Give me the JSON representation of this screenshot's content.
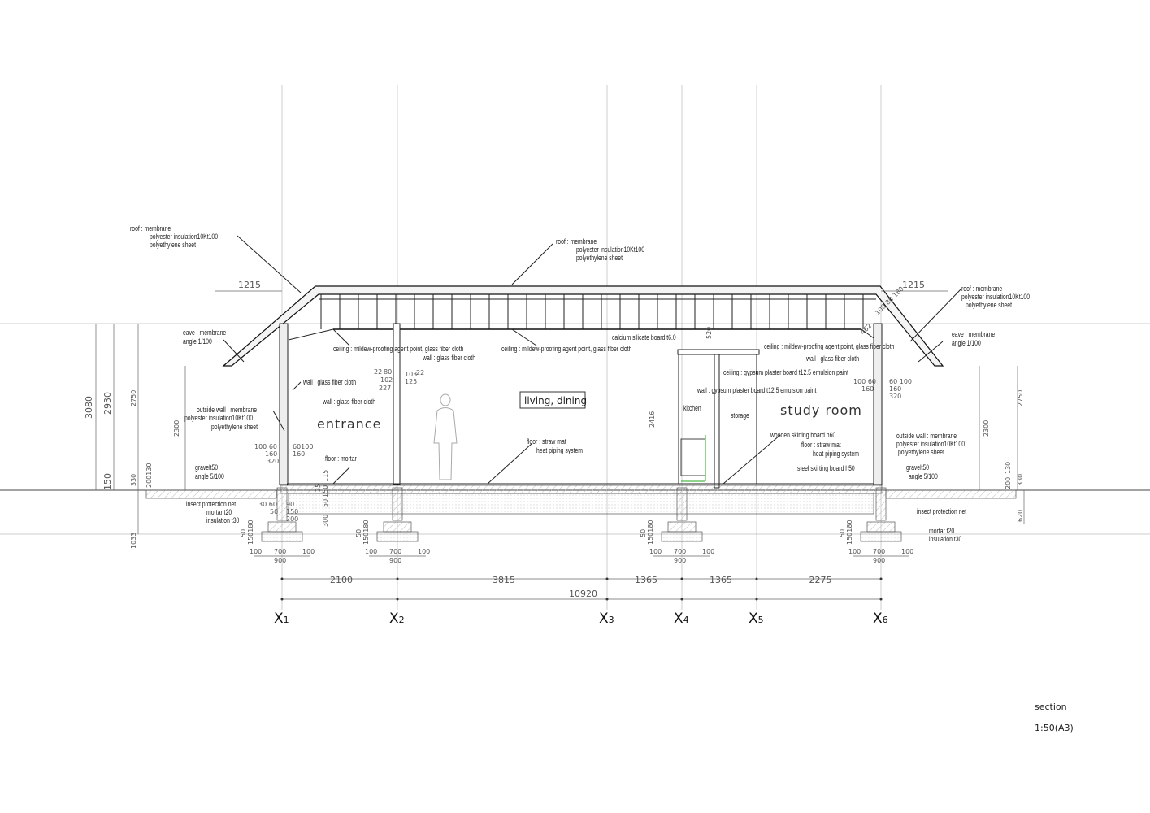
{
  "title": {
    "sheet": "section",
    "scale": "1:50(A3)"
  },
  "rooms": {
    "entrance": "entrance",
    "living": "living, dining",
    "kitchen": "kitchen",
    "storage": "storage",
    "study": "study room"
  },
  "notes": {
    "roof_left": [
      "roof : membrane",
      "polyester insulation10Kt100",
      "polyethylene sheet"
    ],
    "roof_center": [
      "roof : membrane",
      "polyester insulation10Kt100",
      "polyethylene sheet"
    ],
    "roof_right": [
      "roof : membrane",
      "polyester insulation10Kt100",
      "polyethylene sheet"
    ],
    "eave_left": [
      "eave : membrane",
      "angle 1/100"
    ],
    "eave_right": [
      "eave : membrane",
      "angle 1/100"
    ],
    "ceiling_left": "ceiling : mildew-proofing agent point, glass fiber cloth",
    "ceiling_center": "ceiling : mildew-proofing agent point, glass fiber cloth",
    "ceiling_right": "ceiling : mildew-proofing agent point, glass fiber cloth",
    "wall_x2_top": "wall : glass fiber cloth",
    "wall_left": "wall : glass fiber cloth",
    "wall_x2": "wall : glass fiber cloth",
    "wall_right": "wall : glass fiber cloth",
    "outside_wall_left": [
      "outside wall : membrane",
      "polyester insulation10Kt100",
      "polyethylene sheet"
    ],
    "outside_wall_right": [
      "outside wall : membrane",
      "polyester insulation10Kt100",
      "polyethylene sheet"
    ],
    "floor_mortar": "floor : mortar",
    "floor_center": [
      "floor : straw mat",
      "heat piping system"
    ],
    "floor_right": [
      "floor : straw mat",
      "heat piping system"
    ],
    "gravel_left": [
      "gravelt50",
      "angle 5/100"
    ],
    "gravel_right": [
      "gravelt50",
      "angle 5/100"
    ],
    "insect_left": [
      "insect protection net",
      "mortar t20",
      "insulation t30"
    ],
    "insect_right": "insect protection net",
    "mortar_right": [
      "mortar t20",
      "insulation t30"
    ],
    "calcium": "calcium silicate board t6.0",
    "ceiling_gypsum": "ceiling : gypsum plaster board t12.5  emulsion paint",
    "wall_gypsum": "wall : gypsum plaster board t12.5  emulsion paint",
    "wooden_skirting": "wooden skirting board h60",
    "steel_skirting": "steel skirting board h50"
  },
  "dims": {
    "eave_left": "1215",
    "eave_right": "1215",
    "h3080": "3080",
    "h2930": "2930",
    "h2750_l": "2750",
    "h2300_l": "2300",
    "h150": "150",
    "h1033": "1033",
    "h330_l": "330",
    "h200_l": "200130",
    "h2750_r": "2750",
    "h2300_r": "2300",
    "h330_r": "330",
    "h130_r": "130",
    "h200_r": "200",
    "h620_r": "620",
    "h2416": "2416",
    "h520": "520",
    "h462": "462",
    "roof_r": "100 80 180",
    "wall_l": [
      "100 60",
      "160",
      "320",
      "60100",
      "160"
    ],
    "wall_r": [
      "100 60",
      "160",
      "60 100",
      "160",
      "320"
    ],
    "x2_wall": [
      "22",
      "80",
      "102",
      "227",
      "103",
      "125",
      "22"
    ],
    "base_l": [
      "30 60",
      "50",
      "90",
      "150",
      "200",
      "35",
      "150",
      "50",
      "115",
      "300"
    ],
    "foot": [
      "50",
      "150",
      "180",
      "100",
      "700",
      "100",
      "900"
    ],
    "spans": [
      "2100",
      "3815",
      "1365",
      "1365",
      "2275"
    ],
    "total": "10920"
  },
  "axes": [
    "X1",
    "X2",
    "X3",
    "X4",
    "X5",
    "X6"
  ]
}
